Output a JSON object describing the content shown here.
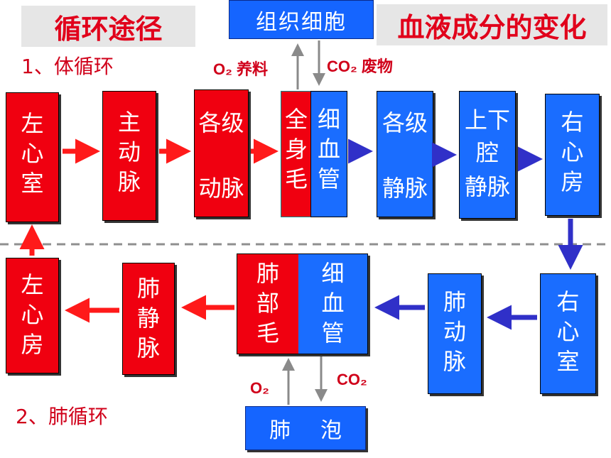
{
  "titles": {
    "left": "循环途径",
    "right": "血液成分的变化"
  },
  "top_box": "组织细胞",
  "labels": {
    "o2_nutrients": "O₂ 养料",
    "co2_waste": "CO₂ 废物",
    "o2": "O₂",
    "co2": "CO₂"
  },
  "sections": {
    "systemic": "1、体循环",
    "pulmonary": "2、肺循环"
  },
  "systemic": {
    "left_ventricle": [
      "左",
      "心",
      "室"
    ],
    "aorta": [
      "主",
      "动",
      "脉"
    ],
    "arteries": [
      "各级",
      "动脉"
    ],
    "capillary_red": [
      "全",
      "身",
      "毛"
    ],
    "capillary_blue": [
      "细",
      "血",
      "管"
    ],
    "veins": [
      "各级",
      "静脉"
    ],
    "vena_cava": [
      "上下",
      "腔",
      "静脉"
    ],
    "right_atrium": [
      "右",
      "心",
      "房"
    ]
  },
  "pulmonary": {
    "left_atrium": [
      "左",
      "心",
      "房"
    ],
    "pulmonary_vein": [
      "肺",
      "静",
      "脉"
    ],
    "capillary_red": [
      "肺",
      "部",
      "毛"
    ],
    "capillary_blue": [
      "细",
      "血",
      "管"
    ],
    "pulmonary_artery": [
      "肺",
      "动",
      "脉"
    ],
    "right_ventricle": [
      "右",
      "心",
      "室"
    ]
  },
  "alveoli": [
    "肺",
    "泡"
  ],
  "colors": {
    "arterial": "#f00010",
    "venous": "#1a6dff",
    "arrow_red": "#ff1a1a",
    "arrow_blue": "#3030c8",
    "title_red": "#e1001b"
  }
}
